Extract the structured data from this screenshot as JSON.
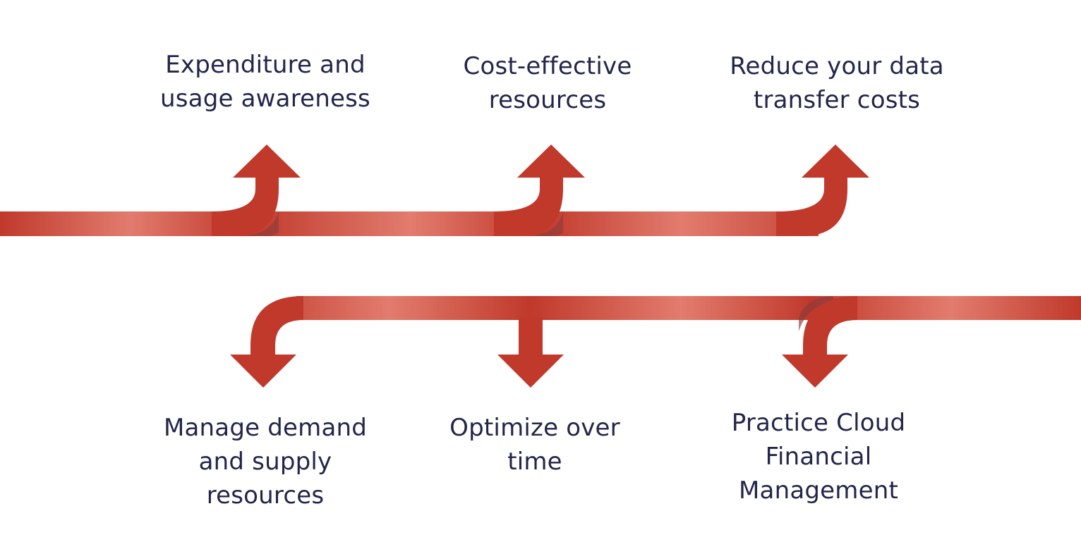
{
  "colors": {
    "arrow_dark": "#b8382c",
    "arrow_mid": "#c94436",
    "arrow_light": "#e27c6e",
    "arrow_shadow": "#8a3a3a",
    "text": "#23264a",
    "background": "#ffffff"
  },
  "top_row": {
    "items": [
      {
        "lines": [
          "Expenditure and",
          "usage awareness"
        ]
      },
      {
        "lines": [
          "Cost-effective",
          "resources"
        ]
      },
      {
        "lines": [
          "Reduce your data",
          "transfer costs"
        ]
      }
    ]
  },
  "bottom_row": {
    "items": [
      {
        "lines": [
          "Manage demand",
          "and supply",
          "resources"
        ]
      },
      {
        "lines": [
          "Optimize over",
          "time"
        ]
      },
      {
        "lines": [
          "Practice Cloud",
          "Financial",
          "Management"
        ]
      }
    ]
  }
}
